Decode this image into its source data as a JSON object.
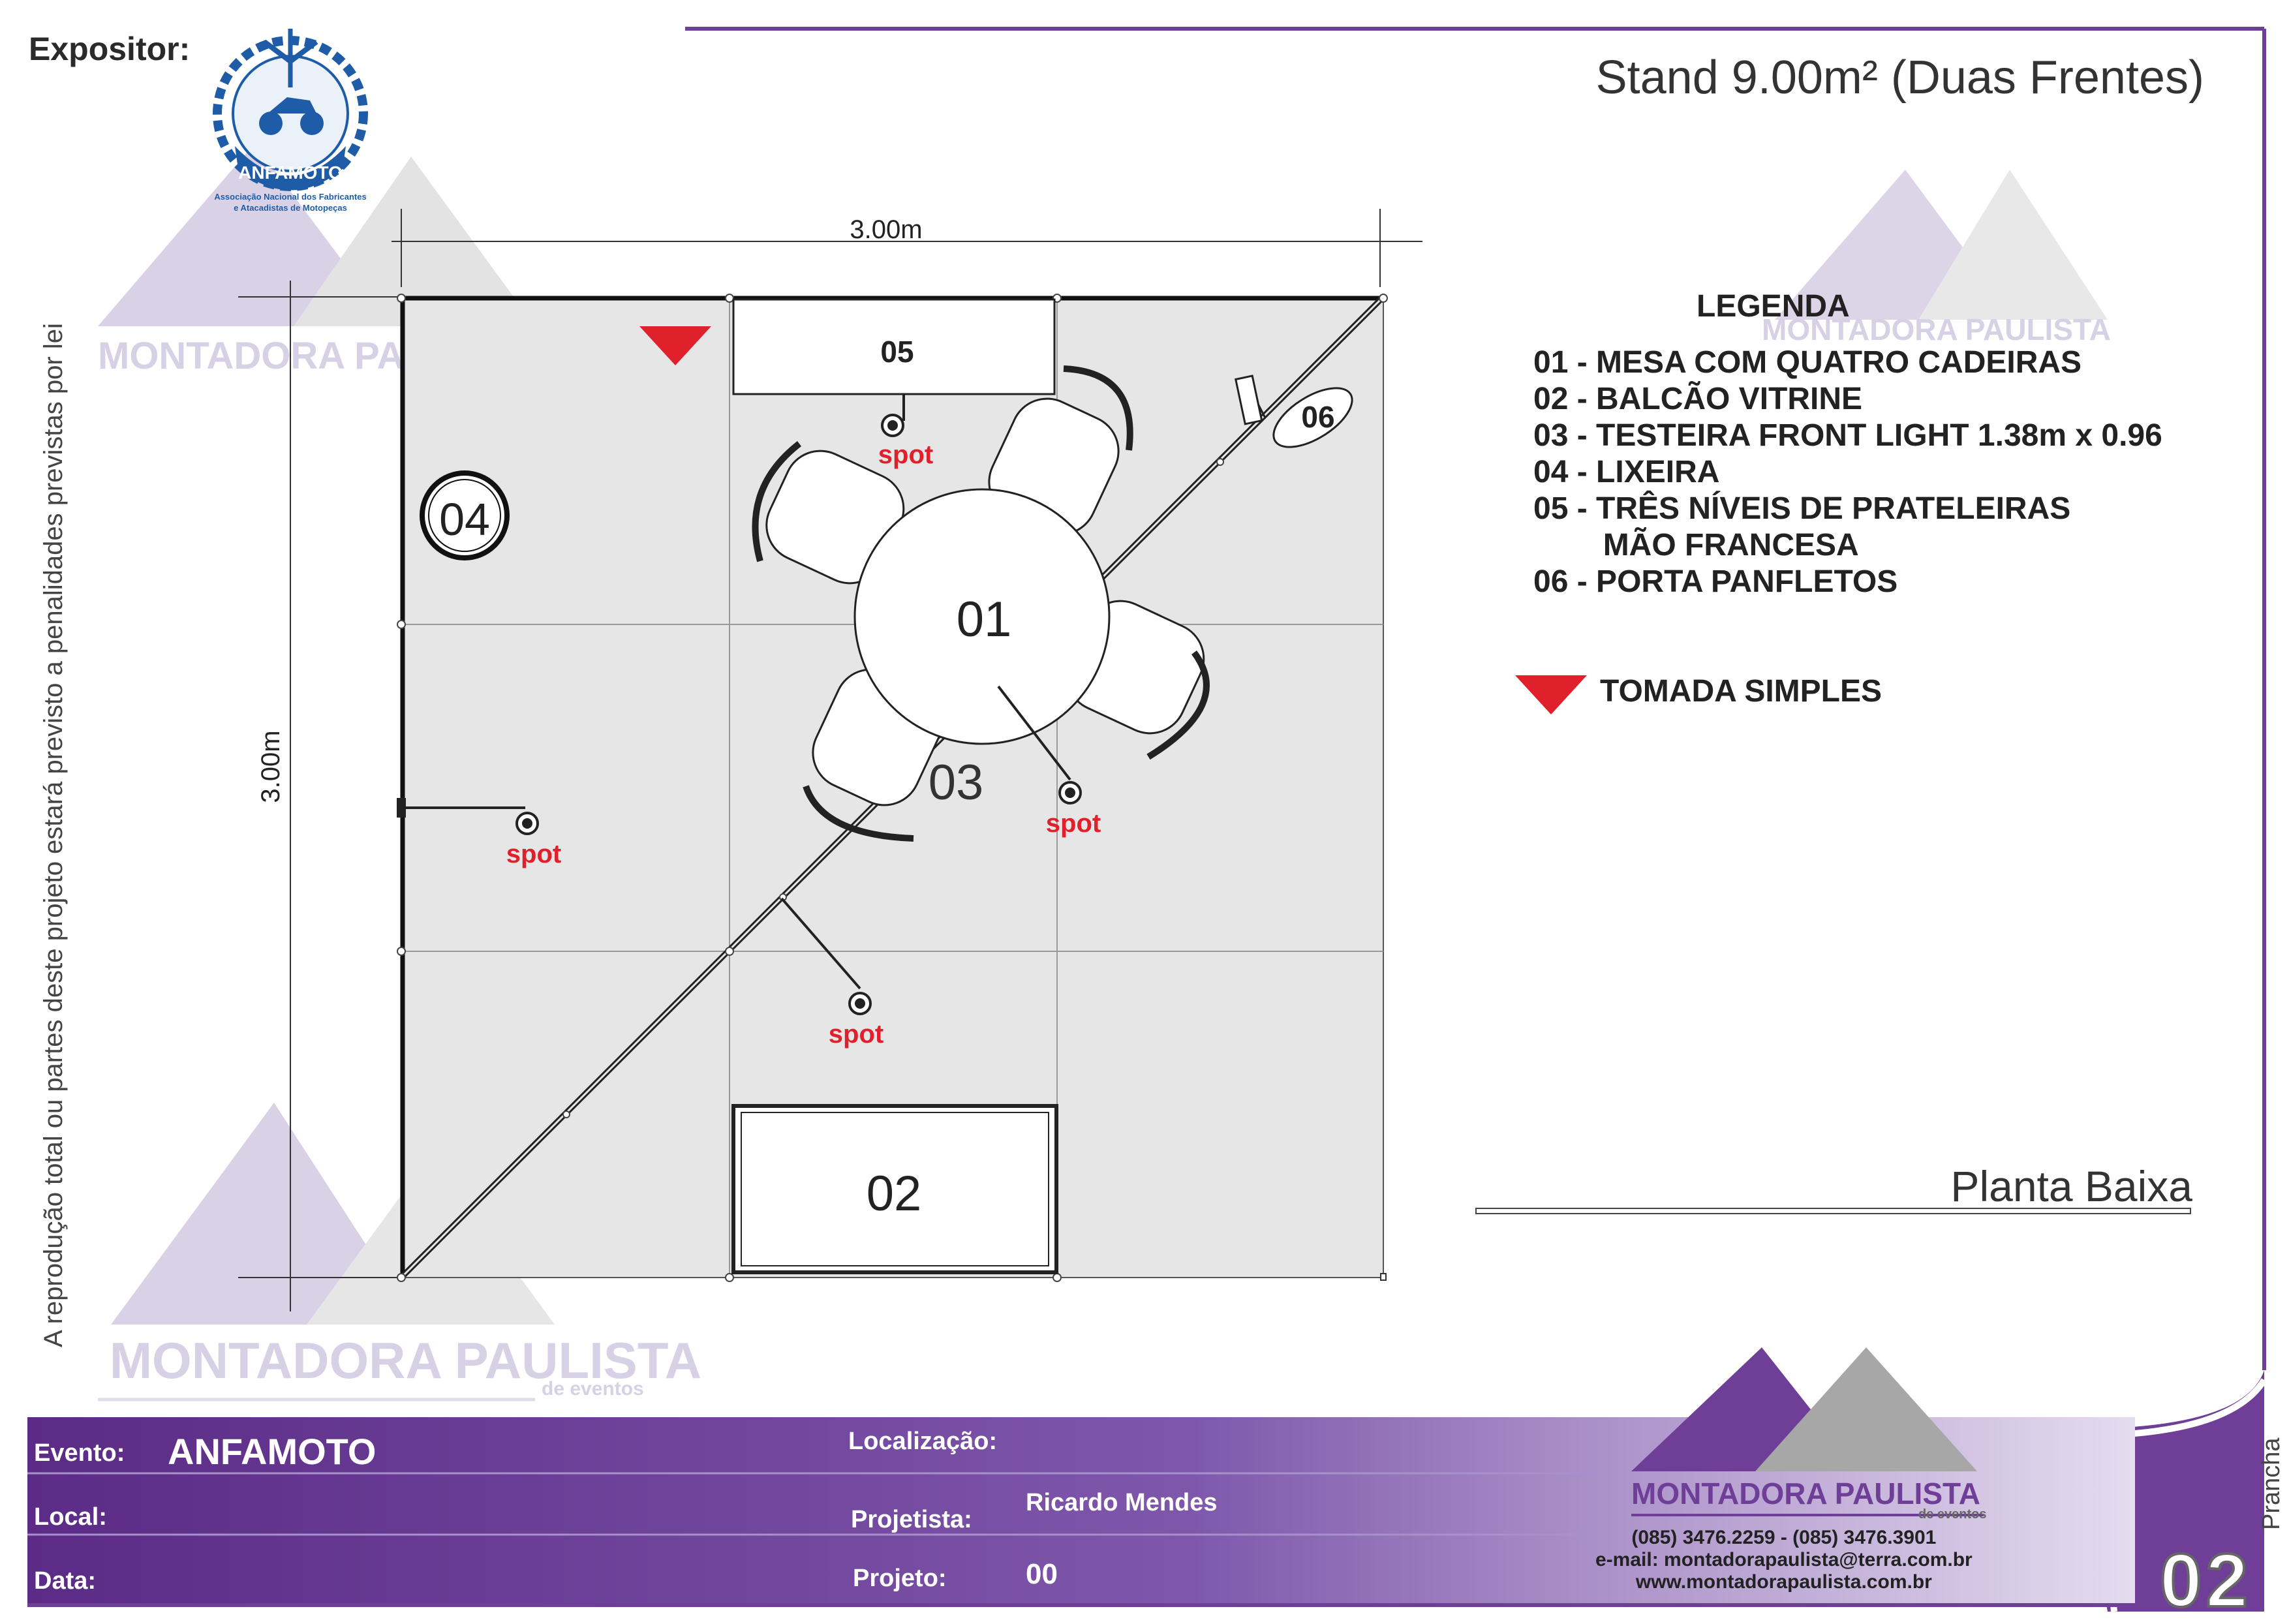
{
  "header": {
    "expositor_label": "Expositor:",
    "stand_title": "Stand 9.00m² (Duas Frentes)"
  },
  "logo": {
    "name": "ANFAMOTO",
    "caption_line1": "Associação Nacional dos Fabricantes",
    "caption_line2": "e Atacadistas de Motopeças"
  },
  "side_note": "A reprodução total ou partes deste projeto estará previsto a penalidades previstas por lei",
  "plan": {
    "width_dim": "3.00m",
    "height_dim": "3.00m",
    "labels": {
      "item01": "01",
      "item02": "02",
      "item03": "03",
      "item04": "04",
      "item05": "05",
      "item06": "06"
    },
    "spot_label": "spot"
  },
  "legend": {
    "title": "LEGENDA",
    "items": [
      "01 - MESA COM QUATRO CADEIRAS",
      "02 - BALCÃO VITRINE",
      "03 - TESTEIRA FRONT LIGHT 1.38m x 0.96",
      "04 - LIXEIRA",
      "05 - TRÊS NÍVEIS DE PRATELEIRAS",
      "        MÃO FRANCESA",
      "06 - PORTA PANFLETOS"
    ],
    "outlet_label": "TOMADA SIMPLES"
  },
  "view_title": "Planta Baixa",
  "watermark": {
    "brand": "MONTADORA PAULISTA",
    "brand_short": "MONTADORA PA",
    "sub": "de eventos"
  },
  "footer": {
    "evento_label": "Evento:",
    "evento_value": "ANFAMOTO",
    "local_label": "Local:",
    "data_label": "Data:",
    "localizacao_label": "Localização:",
    "projetista_label": "Projetista:",
    "projetista_value": "Ricardo Mendes",
    "projeto_label": "Projeto:",
    "projeto_value": "00",
    "phones": "(085) 3476.2259 - (085) 3476.3901",
    "email": "e-mail: montadorapaulista@terra.com.br",
    "website": "www.montadorapaulista.com.br",
    "prancha_label": "Prancha",
    "prancha_number": "02"
  },
  "colors": {
    "purple": "#6f3f98",
    "purple_light": "#b9a8d8",
    "spot_red": "#e0202a",
    "floor_grey": "#e6e6e6",
    "watermark": "#d6d1e4"
  }
}
